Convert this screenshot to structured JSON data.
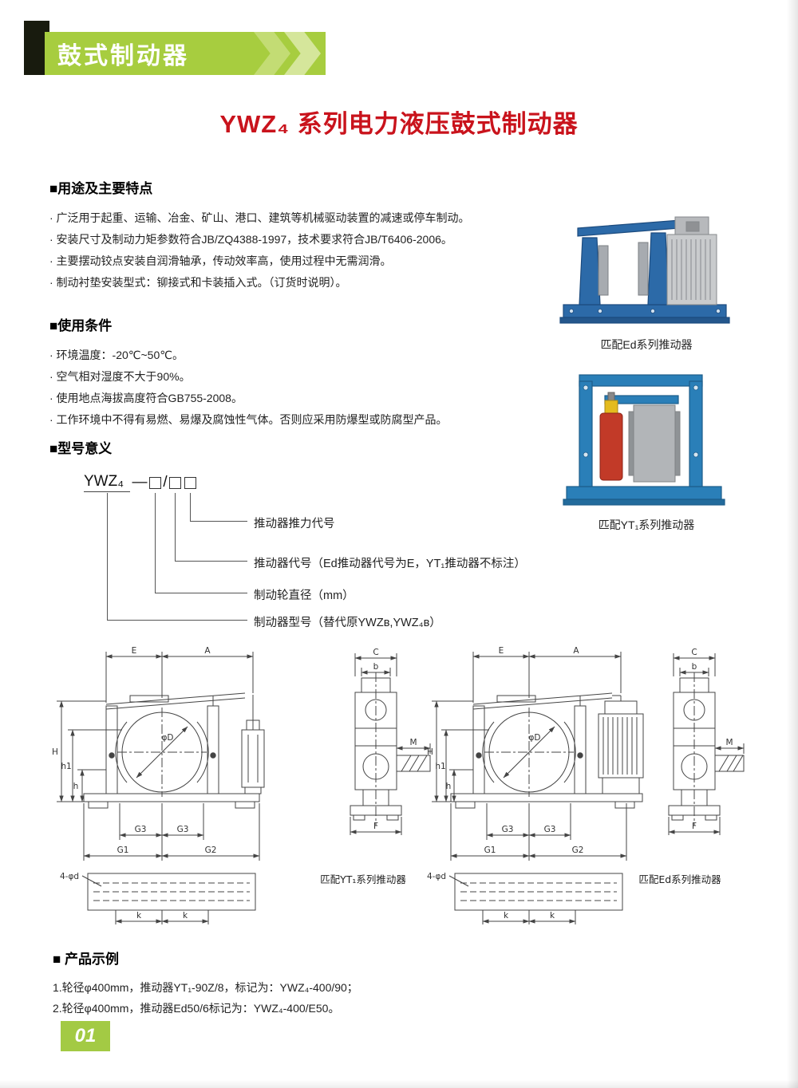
{
  "colors": {
    "accent_green": "#a7cd3f",
    "accent_red": "#c9131c"
  },
  "header": {
    "banner_title": "鼓式制动器"
  },
  "title": "YWZ₄ 系列电力液压鼓式制动器",
  "sections": {
    "features": {
      "heading": "■用途及主要特点",
      "items": [
        "· 广泛用于起重、运输、冶金、矿山、港口、建筑等机械驱动装置的减速或停车制动。",
        "· 安装尺寸及制动力矩参数符合JB/ZQ4388-1997，技术要求符合JB/T6406-2006。",
        "· 主要摆动铰点安装自润滑轴承，传动效率高，使用过程中无需润滑。",
        "· 制动衬垫安装型式：铆接式和卡装插入式。（订货时说明）。"
      ]
    },
    "conditions": {
      "heading": "■使用条件",
      "items": [
        "· 环境温度：-20℃~50℃。",
        "· 空气相对湿度不大于90%。",
        "· 使用地点海拔高度符合GB755-2008。",
        "· 工作环境中不得有易燃、易爆及腐蚀性气体。否则应采用防爆型或防腐型产品。"
      ]
    },
    "model": {
      "heading": "■型号意义",
      "code": "YWZ₄",
      "dash": "—",
      "slash": "/",
      "labels": [
        "推动器推力代号",
        "推动器代号（Ed推动器代号为E，YT₁推动器不标注）",
        "制动轮直径（mm）",
        "制动器型号（替代原YWZʙ,YWZ₄ʙ）"
      ]
    },
    "examples": {
      "heading": "■ 产品示例",
      "items": [
        "1.轮径φ400mm，推动器YT₁-90Z/8，标记为：YWZ₄-400/90；",
        "2.轮径φ400mm，推动器Ed50/6标记为：YWZ₄-400/E50。"
      ]
    }
  },
  "photos": {
    "ed_caption": "匹配Ed系列推动器",
    "yt_caption": "匹配YT₁系列推动器"
  },
  "drawings": {
    "caption_yt": "匹配YT₁系列推动器",
    "caption_ed": "匹配Ed系列推动器",
    "dims": {
      "E": "E",
      "A": "A",
      "H": "H",
      "h1": "h1",
      "h": "h",
      "C": "C",
      "b": "b",
      "F": "F",
      "M": "M",
      "G1": "G1",
      "G2": "G2",
      "G3": "G3",
      "k": "k",
      "phiD": "φD",
      "holes": "4-φd"
    }
  },
  "footer": {
    "page_number": "01"
  }
}
